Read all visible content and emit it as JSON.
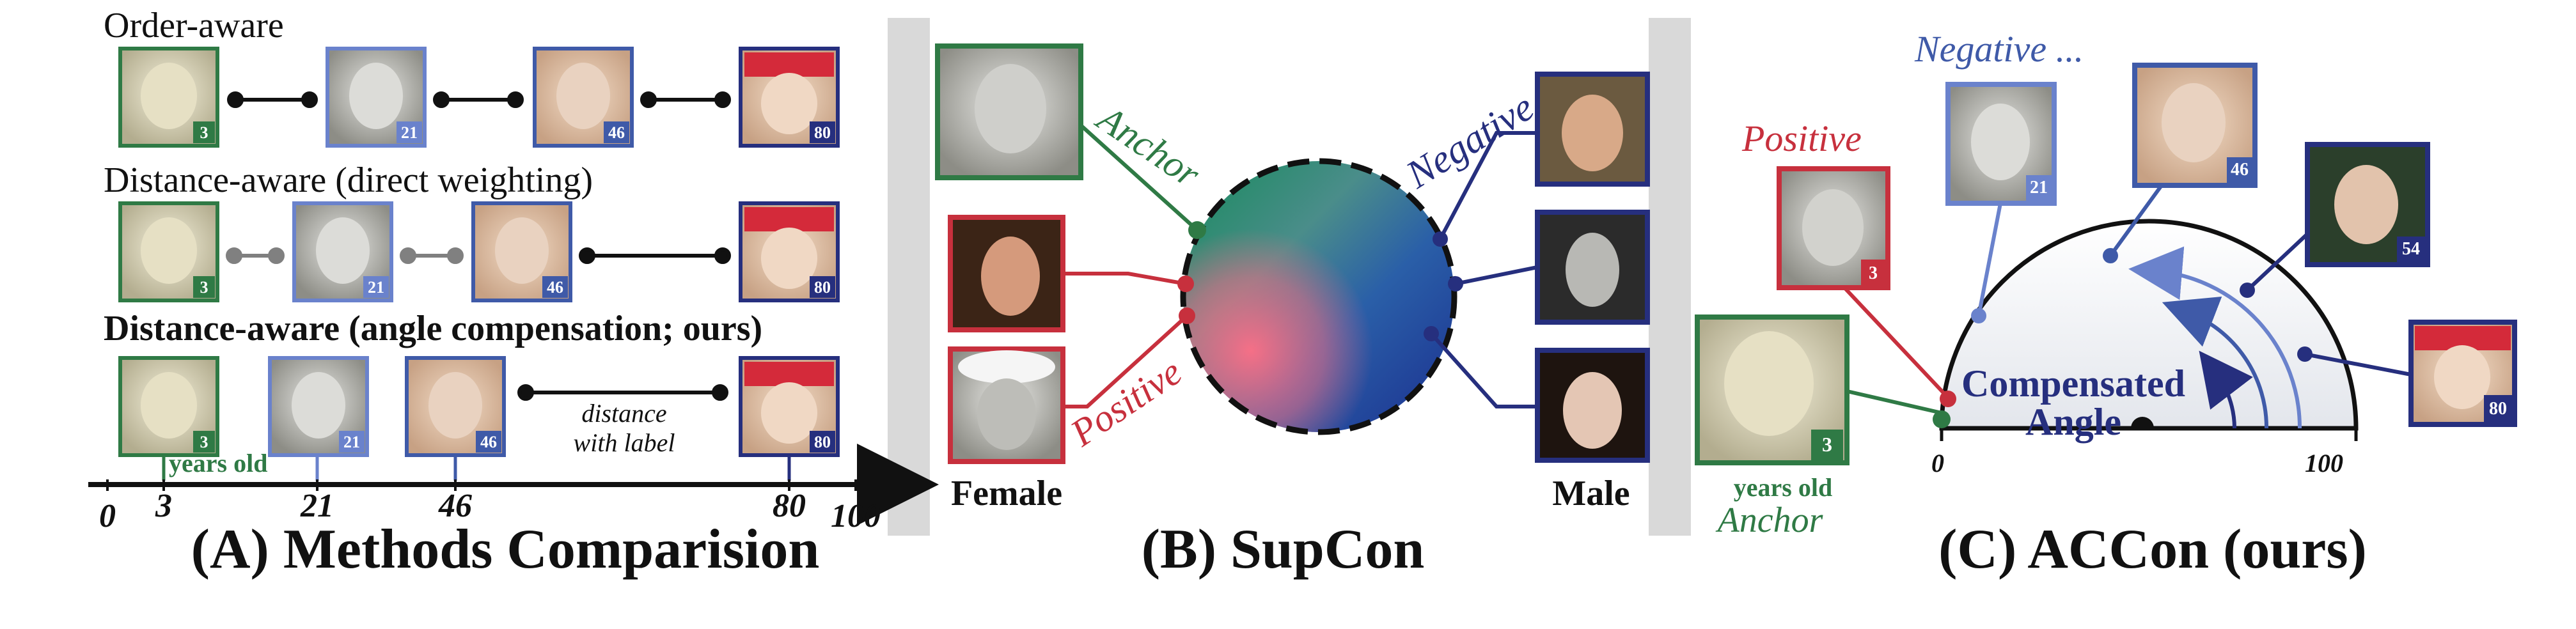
{
  "panel_a": {
    "caption": "(A) Methods Comparision",
    "rows": [
      {
        "label": "Order-aware"
      },
      {
        "label": "Distance-aware (direct weighting)"
      },
      {
        "label": "Distance-aware (angle compensation; ours)"
      }
    ],
    "age_badges": [
      "3",
      "21",
      "46",
      "80"
    ],
    "axis_ticks": [
      "0",
      "3",
      "21",
      "46",
      "80",
      "100"
    ],
    "years_old": "years old",
    "distance_line1": "distance",
    "distance_line2": "with label"
  },
  "panel_b": {
    "caption": "(B) SupCon",
    "anchor": "Anchor",
    "positive": "Positive",
    "negative": "Negative",
    "female": "Female",
    "male": "Male"
  },
  "panel_c": {
    "caption": "(C) ACCon (ours)",
    "positive": "Positive",
    "negative": "Negative ...",
    "anchor": "Anchor",
    "years_old": "years old",
    "compensated_line1": "Compensated",
    "compensated_line2": "Angle",
    "axis_min": "0",
    "axis_max": "100",
    "badges": {
      "anchor": "3",
      "positive": "3",
      "neg1": "21",
      "neg2": "46",
      "neg3": "54",
      "neg4": "80"
    }
  },
  "colors": {
    "green": "#2f7a45",
    "light_blue": "#6a82cc",
    "mid_blue": "#3f5aa8",
    "navy": "#262f7e",
    "red": "#c7303d",
    "gray": "#808080",
    "black": "#111111"
  }
}
